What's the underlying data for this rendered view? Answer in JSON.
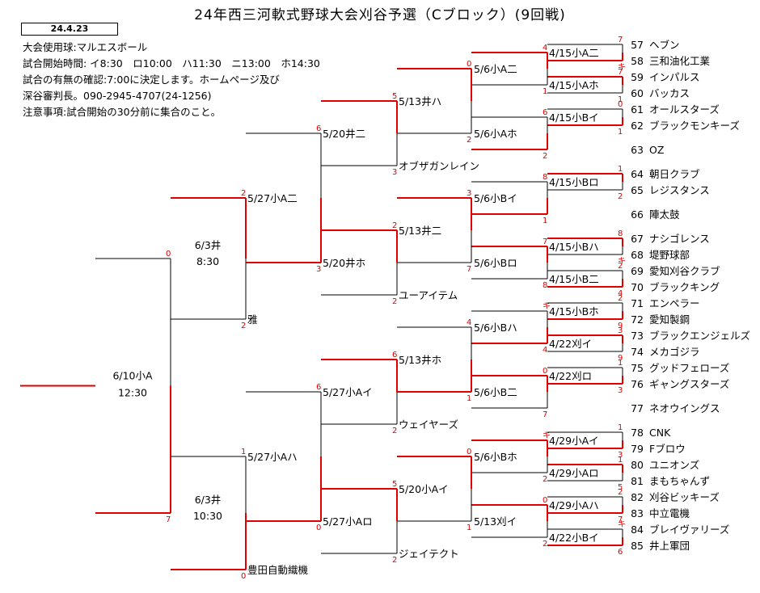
{
  "header": {
    "title": "24年西三河軟式野球大会刈谷予選（Cブロック）(9回戦)",
    "date": "24.4.23",
    "info_lines": [
      "大会使用球:マルエスボール",
      "試合開始時間: イ8:30　ロ10:00　ハ11:30　ニ13:00　ホ14:30",
      "試合の有無の確認:7:00に決定します。ホームページ及び",
      "深谷審判長。090-2945-4707(24-1256)",
      "注意事項:試合開始の30分前に集合のこと。"
    ]
  },
  "colors": {
    "winner_line": "#e00000",
    "loser_line": "#000000",
    "score": "#e00000"
  },
  "teams": [
    {
      "no": "57",
      "name": "ヘブン"
    },
    {
      "no": "58",
      "name": "三和油化工業"
    },
    {
      "no": "59",
      "name": "インパルス"
    },
    {
      "no": "60",
      "name": "バッカス"
    },
    {
      "no": "61",
      "name": "オールスターズ"
    },
    {
      "no": "62",
      "name": "ブラックモンキーズ"
    },
    {
      "no": "63",
      "name": "OZ"
    },
    {
      "no": "64",
      "name": "朝日クラブ"
    },
    {
      "no": "65",
      "name": "レジスタンス"
    },
    {
      "no": "66",
      "name": "陣太鼓"
    },
    {
      "no": "67",
      "name": "ナシゴレンス"
    },
    {
      "no": "68",
      "name": "堤野球部"
    },
    {
      "no": "69",
      "name": "愛知刈谷クラブ"
    },
    {
      "no": "70",
      "name": "ブラックキング"
    },
    {
      "no": "71",
      "name": "エンペラー"
    },
    {
      "no": "72",
      "name": "愛知製鋼"
    },
    {
      "no": "73",
      "name": "ブラックエンジェルズ"
    },
    {
      "no": "74",
      "name": "メカゴジラ"
    },
    {
      "no": "75",
      "name": "グッドフェローズ"
    },
    {
      "no": "76",
      "name": "ギャングスターズ"
    },
    {
      "no": "77",
      "name": "ネオウイングス"
    },
    {
      "no": "78",
      "name": "CNK"
    },
    {
      "no": "79",
      "name": "Fブロウ"
    },
    {
      "no": "80",
      "name": "ユニオンズ"
    },
    {
      "no": "81",
      "name": "まもちゃんず"
    },
    {
      "no": "82",
      "name": "刈谷ビッキーズ"
    },
    {
      "no": "83",
      "name": "中立電機"
    },
    {
      "no": "84",
      "name": "ブレイヴァリーズ"
    },
    {
      "no": "85",
      "name": "井上軍団"
    }
  ],
  "seeded_teams": [
    "オブザガンレイン",
    "雅",
    "ユーアイテム",
    "ウェイヤーズ",
    "ジェイテクト",
    "豊田自動織機"
  ],
  "rounds": {
    "r1": [
      "4/15小A二",
      "4/15小Aホ",
      "4/15小Bイ",
      "4/15小Bロ",
      "4/15小Bハ",
      "4/15小B二",
      "4/15小Bホ",
      "4/22刈イ",
      "4/22刈ロ",
      "4/29小Aイ",
      "4/29小Aロ",
      "4/29小Aハ",
      "4/22小Bイ"
    ],
    "r2": [
      "5/6小A二",
      "5/6小Aホ",
      "5/6小Bイ",
      "5/6小Bロ",
      "5/6小Bハ",
      "5/6小B二",
      "5/6小Bホ",
      "5/13刈イ"
    ],
    "r3": [
      "5/13井ハ",
      "5/13井二",
      "5/13井ホ",
      "5/20小Aイ"
    ],
    "r4": [
      "5/20井二",
      "5/20井ホ",
      "5/27小Aイ",
      "5/27小Aロ"
    ],
    "r5": [
      "5/27小A二",
      "5/27小Aハ"
    ],
    "r6": [
      {
        "date": "6/3井",
        "time": "8:30"
      },
      {
        "date": "6/3井",
        "time": "10:30"
      }
    ],
    "final": {
      "date": "6/10小A",
      "time": "12:30"
    }
  },
  "scores": [
    "7",
    "キ",
    "7",
    "1",
    "0",
    "1",
    "1",
    "2",
    "8",
    "キ",
    "2",
    "4",
    "2",
    "9",
    "3",
    "9",
    "1",
    "3",
    "1",
    "3",
    "1",
    "5",
    "2",
    "7",
    "キ",
    "6",
    "4",
    "1",
    "6",
    "2",
    "8",
    "1",
    "7",
    "8",
    "キ",
    "4",
    "0",
    "7",
    "キ",
    "2",
    "0",
    "2",
    "0",
    "2",
    "3",
    "7",
    "4",
    "1",
    "0",
    "1",
    "5",
    "3",
    "2",
    "2",
    "6",
    "2",
    "5",
    "2",
    "6",
    "3",
    "6",
    "0",
    "2",
    "2",
    "1",
    "0",
    "0",
    "7",
    "7",
    "2",
    "1",
    "7",
    "キ",
    "4",
    "8",
    "0",
    "7",
    "7",
    "2",
    "1",
    "0",
    "5",
    "3",
    "2",
    "2",
    "2",
    "2",
    "2",
    "3",
    "3",
    "0",
    "5",
    "2",
    "2",
    "3",
    "キ",
    "2",
    "6",
    "3",
    "2",
    "1",
    "0",
    "3",
    "6",
    "7",
    "0",
    "2",
    "7",
    "1"
  ]
}
